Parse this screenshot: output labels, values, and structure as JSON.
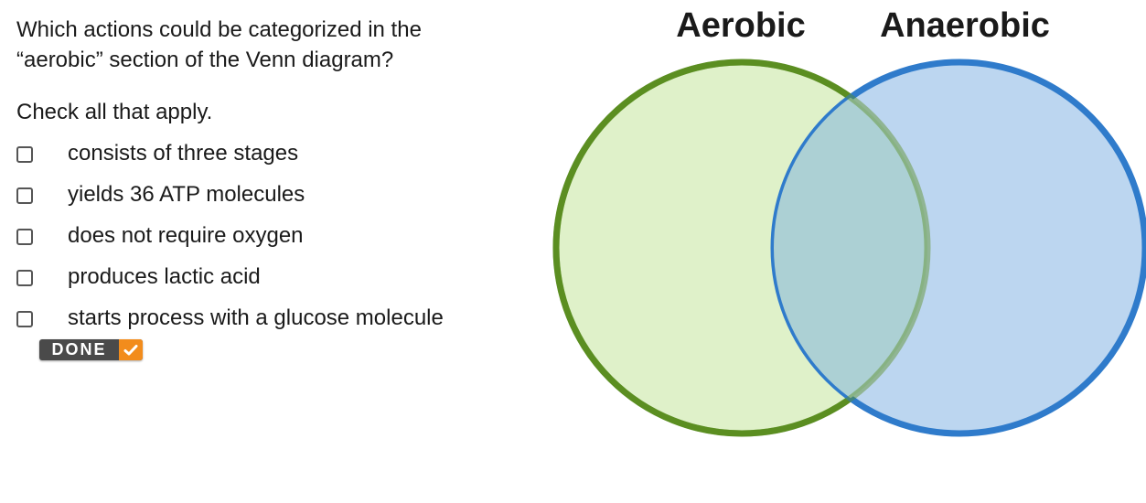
{
  "question": {
    "prompt": "Which actions could be categorized in the “aerobic” section of the Venn diagram?",
    "instruction": "Check all that apply."
  },
  "options": [
    {
      "label": "consists of three stages",
      "checked": false
    },
    {
      "label": "yields 36 ATP molecules",
      "checked": false
    },
    {
      "label": "does not require oxygen",
      "checked": false
    },
    {
      "label": "produces lactic acid",
      "checked": false
    },
    {
      "label": "starts process with a glucose molecule",
      "checked": false
    }
  ],
  "done_button": {
    "label": "DONE",
    "icon": "checkmark-icon",
    "accent": "#f28c1c"
  },
  "venn": {
    "left_label": "Aerobic",
    "right_label": "Anaerobic",
    "colors": {
      "left_fill": "#dff1c9",
      "left_stroke": "#5b8f22",
      "right_fill": "#bcd6f0",
      "right_stroke": "#2f7bcb",
      "overlap_fill": "#acd0d4"
    }
  }
}
